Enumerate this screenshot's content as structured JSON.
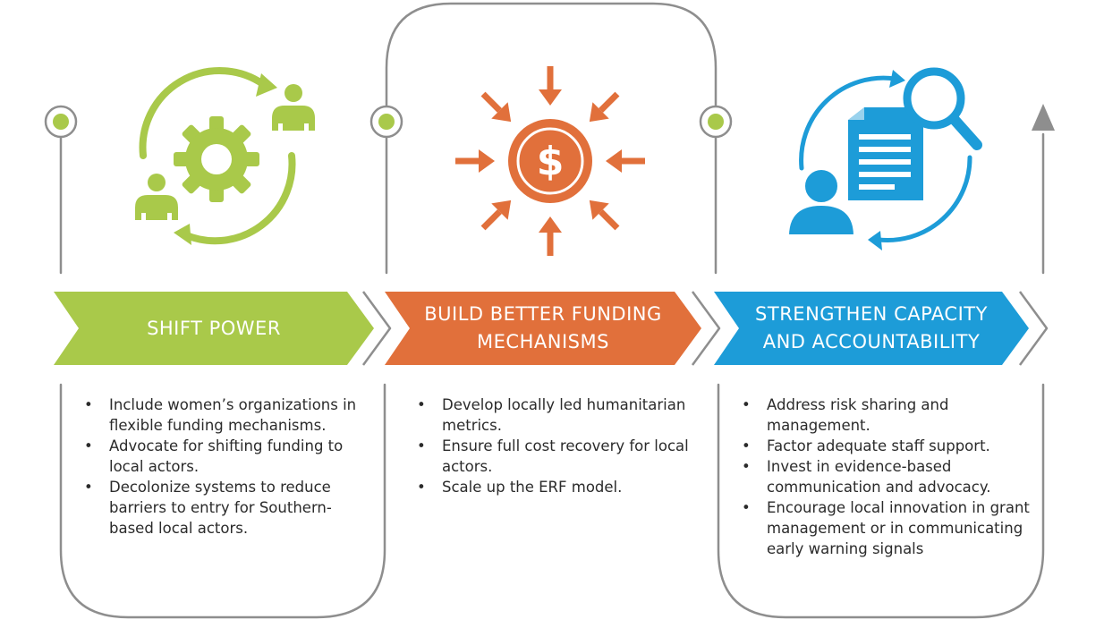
{
  "colors": {
    "green": "#a9c94a",
    "orange": "#e1703b",
    "blue": "#1d9cd8",
    "frame_gray": "#8e8e8e",
    "text": "#2b2b2b"
  },
  "stages": [
    {
      "id": "shift-power",
      "title_lines": [
        "SHIFT POWER"
      ],
      "icon": "gear-people-cycle-icon",
      "color": "#a9c94a",
      "bullets": [
        "Include women’s organizations in flexible funding mechanisms.",
        "Advocate for shifting funding to local actors.",
        "Decolonize systems to reduce barriers to entry for Southern-based local actors."
      ]
    },
    {
      "id": "funding-mechanisms",
      "title_lines": [
        "BUILD BETTER FUNDING",
        "MECHANISMS"
      ],
      "icon": "dollar-inward-arrows-icon",
      "color": "#e1703b",
      "bullets": [
        "Develop locally led humanitarian metrics.",
        "Ensure full cost recovery for local actors.",
        "Scale up the ERF model."
      ]
    },
    {
      "id": "capacity-accountability",
      "title_lines": [
        "STRENGTHEN CAPACITY",
        "AND ACCOUNTABILITY"
      ],
      "icon": "document-magnifier-person-icon",
      "color": "#1d9cd8",
      "bullets": [
        "Address risk sharing and management.",
        "Factor adequate staff support.",
        "Invest in evidence-based communication and advocacy.",
        "Encourage local innovation in grant management or in communicating early warning signals"
      ]
    }
  ]
}
